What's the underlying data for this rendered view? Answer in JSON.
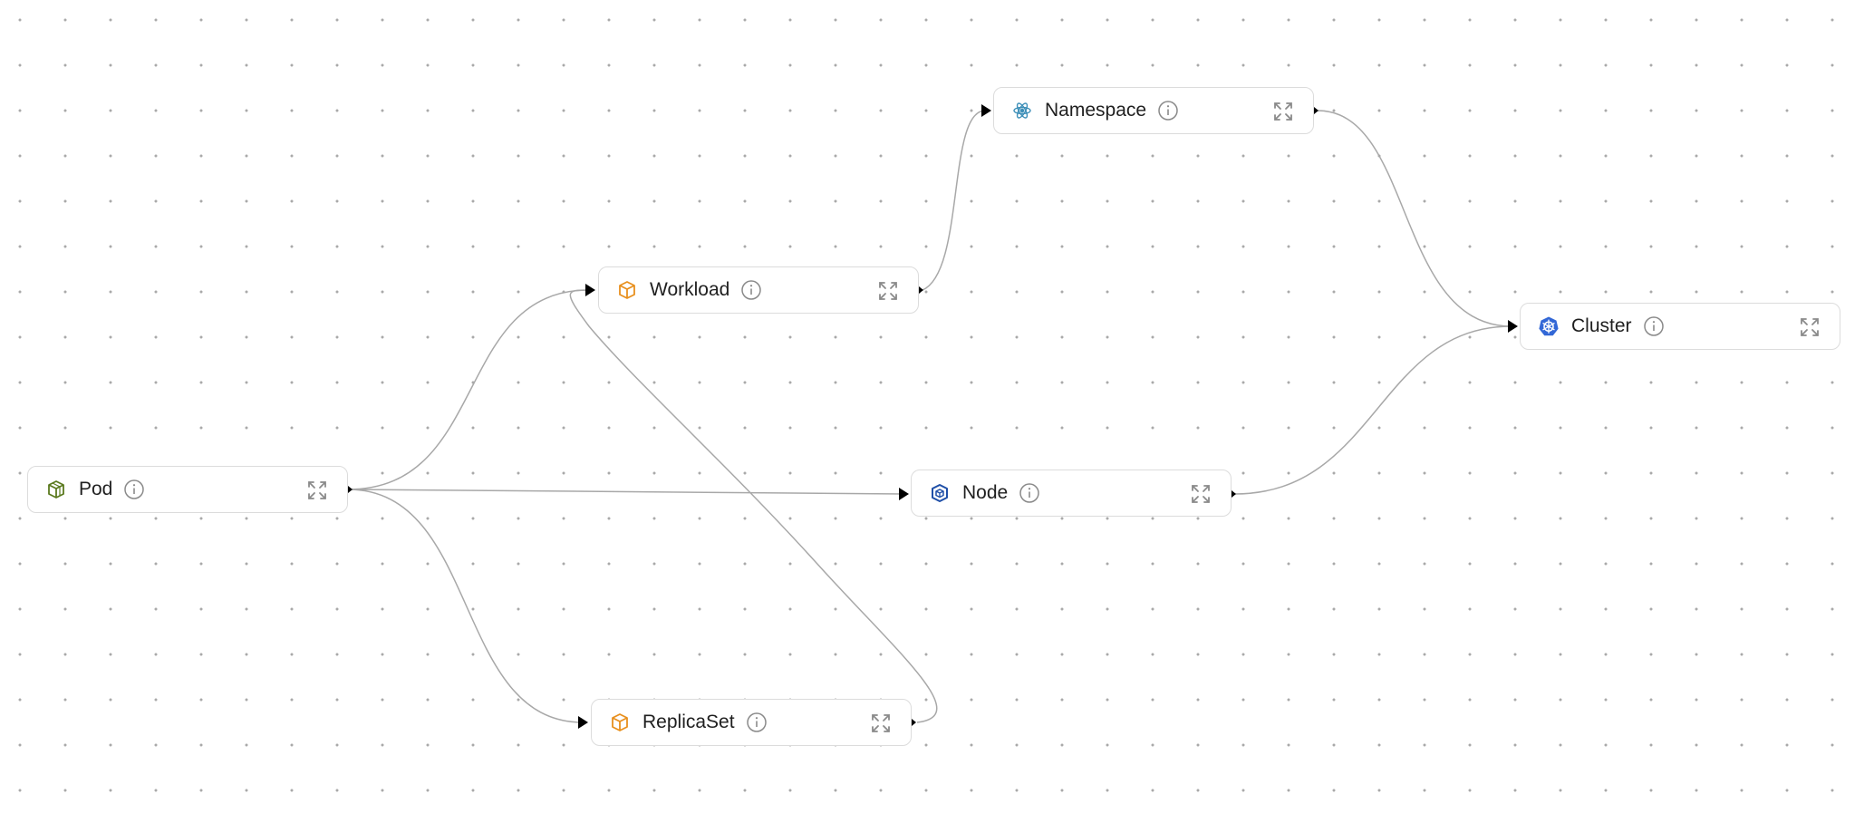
{
  "graph": {
    "nodes": [
      {
        "id": "pod",
        "label": "Pod",
        "icon": "pod-cube-icon",
        "icon_color": "#5b7a1f"
      },
      {
        "id": "workload",
        "label": "Workload",
        "icon": "workload-box-icon",
        "icon_color": "#e8901e"
      },
      {
        "id": "namespace",
        "label": "Namespace",
        "icon": "namespace-atom-icon",
        "icon_color": "#3d8fb8"
      },
      {
        "id": "node",
        "label": "Node",
        "icon": "node-cube-icon",
        "icon_color": "#1f4fa8"
      },
      {
        "id": "replicaset",
        "label": "ReplicaSet",
        "icon": "replicaset-box-icon",
        "icon_color": "#e8901e"
      },
      {
        "id": "cluster",
        "label": "Cluster",
        "icon": "kubernetes-helm-icon",
        "icon_color": "#3267d6"
      }
    ],
    "edges": [
      {
        "from": "pod",
        "to": "workload"
      },
      {
        "from": "pod",
        "to": "node"
      },
      {
        "from": "pod",
        "to": "replicaset"
      },
      {
        "from": "replicaset",
        "to": "workload"
      },
      {
        "from": "workload",
        "to": "namespace"
      },
      {
        "from": "namespace",
        "to": "cluster"
      },
      {
        "from": "node",
        "to": "cluster"
      }
    ],
    "colors": {
      "edge": "#a8a8a8",
      "node_border": "#dcdcdc",
      "grid_dot": "#a9a9a9",
      "control_icon": "#8a8a8a"
    }
  }
}
